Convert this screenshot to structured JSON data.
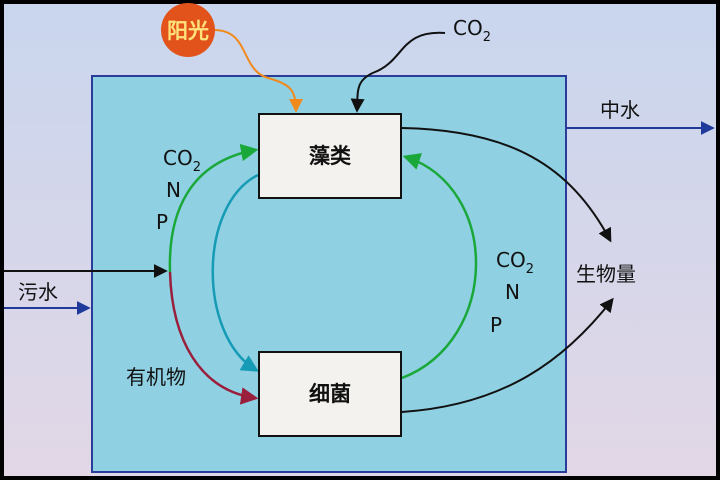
{
  "labels": {
    "sunlight": "阳光",
    "co2_input": "CO",
    "algae": "藻类",
    "bacteria": "细菌",
    "reclaimed_water": "中水",
    "sewage": "污水",
    "biomass": "生物量",
    "organic_matter": "有机物",
    "left_co2": "CO",
    "left_n": "N",
    "left_p": "P",
    "right_co2": "CO",
    "right_n": "N",
    "right_p": "P",
    "subscript_2": "2"
  },
  "colors": {
    "background_gradient_top": "#c9d6ee",
    "background_gradient_bottom": "#e2d7e6",
    "tank_fill": "#8fd0e2",
    "tank_border": "#2a3c9a",
    "box_fill": "#f4f2ee",
    "sun_fill": "#e2531c",
    "sun_text": "#ffe27a",
    "sunlight_line": "#f08a1c",
    "green_arrow": "#1aa83a",
    "teal_arrow": "#159bb5",
    "maroon_arrow": "#9a1f3c",
    "inflow_arrow": "#1f3a9a"
  }
}
